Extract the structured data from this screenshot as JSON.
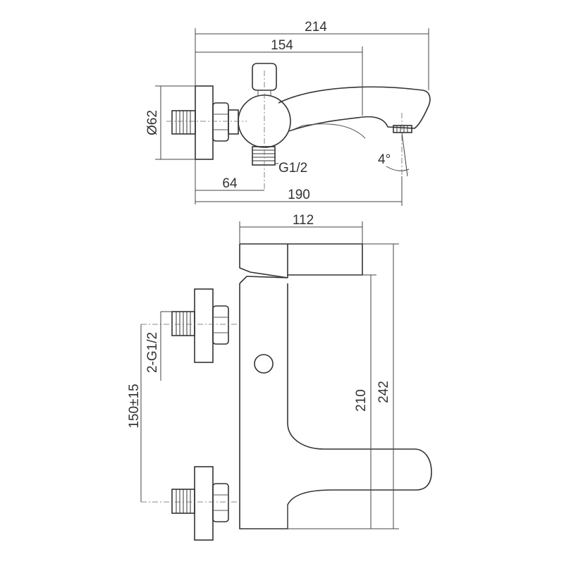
{
  "dimensions": {
    "top_overall_length": "214",
    "top_body_length": "154",
    "top_diameter": "Ø62",
    "top_outlet_thread": "G1/2",
    "top_inlet_offset": "64",
    "top_base_length": "190",
    "top_angle": "4°",
    "front_width": "112",
    "front_inlet_thread": "2-G1/2",
    "front_inlet_spacing": "150±15",
    "front_height_inner": "210",
    "front_height_total": "242"
  },
  "colors": {
    "line": "#333333",
    "background": "#ffffff"
  }
}
